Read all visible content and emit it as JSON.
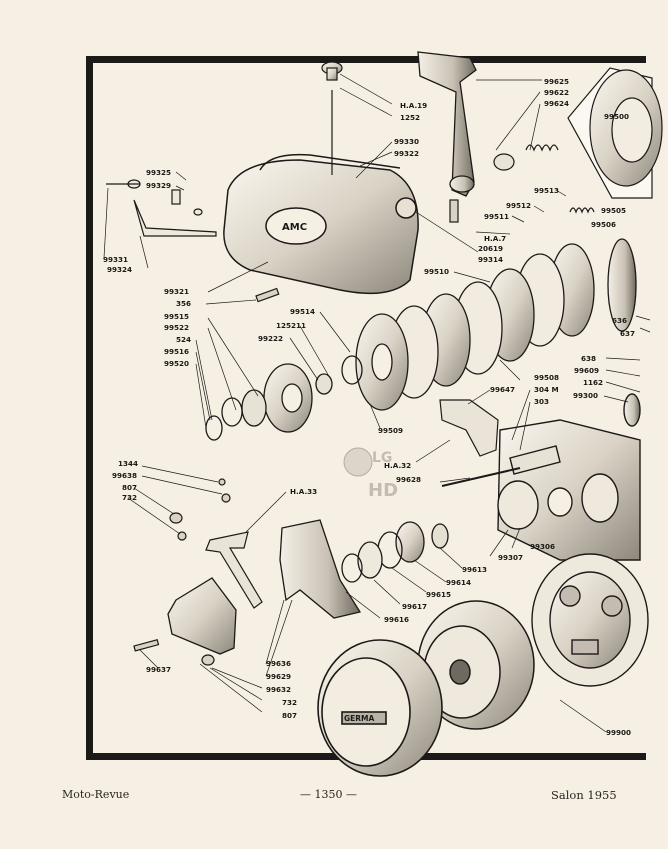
{
  "page": {
    "footer_left": "Moto-Revue",
    "footer_center": "— 1350 —",
    "footer_right": "Salon 1955"
  },
  "labels": {
    "l99625": "99625",
    "l99622": "99622",
    "l99624": "99624",
    "lHA19": "H.A.19",
    "l1252": "1252",
    "l99500": "99500",
    "l99330": "99330",
    "l99322": "99322",
    "l99325": "99325",
    "l99329": "99329",
    "l99513": "99513",
    "l99512": "99512",
    "l99505": "99505",
    "l99511": "99511",
    "l99506": "99506",
    "lHA7": "H.A.7",
    "l20619": "20619",
    "l99314": "99314",
    "l99331": "99331",
    "l99324": "99324",
    "l99510": "99510",
    "l99321": "99321",
    "l356": "356",
    "l99514": "99514",
    "l636": "636",
    "l637": "637",
    "l99515": "99515",
    "l125211": "125211",
    "l99522": "99522",
    "l99222": "99222",
    "l524": "524",
    "l638": "638",
    "l99516": "99516",
    "l99609": "99609",
    "l99520": "99520",
    "l1162": "1162",
    "l99508": "99508",
    "l99647": "99647",
    "l304": "304 M",
    "l99300": "99300",
    "l303": "303",
    "l99509": "99509",
    "lHA32": "H.A.32",
    "l1344": "1344",
    "l99628": "99628",
    "l99638": "99638",
    "l807a": "807",
    "lHA33": "H.A.33",
    "l732a": "732",
    "l99306": "99306",
    "l99307": "99307",
    "l99613": "99613",
    "l99614": "99614",
    "l99615": "99615",
    "l99617": "99617",
    "l99616": "99616",
    "l99637": "99637",
    "l99636": "99636",
    "l99629": "99629",
    "l99632": "99632",
    "l732b": "732",
    "l807b": "807",
    "l99900": "99900"
  },
  "watermark": {
    "line1": "LG",
    "line2": "HD"
  },
  "emblem": {
    "cover_text": "AMC",
    "magneto_text": "GERMA"
  },
  "colors": {
    "ink": "#1c1a18",
    "paper": "#f6efe3",
    "shade": "#b9b2a6"
  }
}
